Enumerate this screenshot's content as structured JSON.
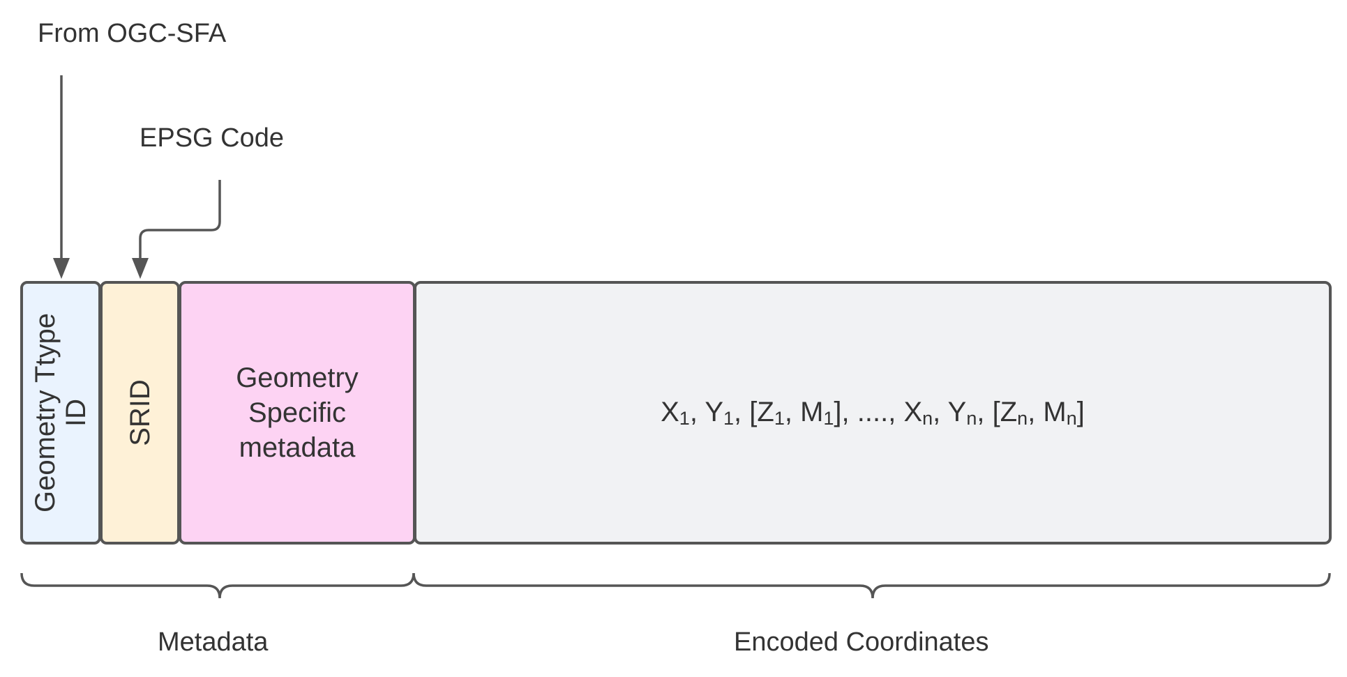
{
  "annotations": {
    "ogc_label": "From OGC-SFA",
    "epsg_label": "EPSG Code"
  },
  "segments": {
    "geometry_type": {
      "line1": "Geometry Ttype",
      "line2": "ID",
      "color": "#EAF3FE"
    },
    "srid": {
      "label": "SRID",
      "color": "#FEF1D7"
    },
    "geometry_specific": {
      "line1": "Geometry",
      "line2": "Specific",
      "line3": "metadata",
      "color": "#FDD3F3"
    },
    "coordinates": {
      "color": "#F1F2F4",
      "x1": "X",
      "s1a": "1",
      "y1": ", Y",
      "s1b": "1",
      "z1": ", [Z",
      "s1c": "1",
      "m1": ", M",
      "s1d": "1",
      "mid": "], ...., X",
      "sna": "n",
      "yn": ", Y",
      "snb": "n",
      "zn": ", [Z",
      "snc": "n",
      "mn": ", M",
      "snd": "n",
      "end": "]"
    }
  },
  "groups": {
    "metadata": "Metadata",
    "encoded": "Encoded Coordinates"
  },
  "colors": {
    "stroke": "#555555",
    "text": "#333333"
  }
}
